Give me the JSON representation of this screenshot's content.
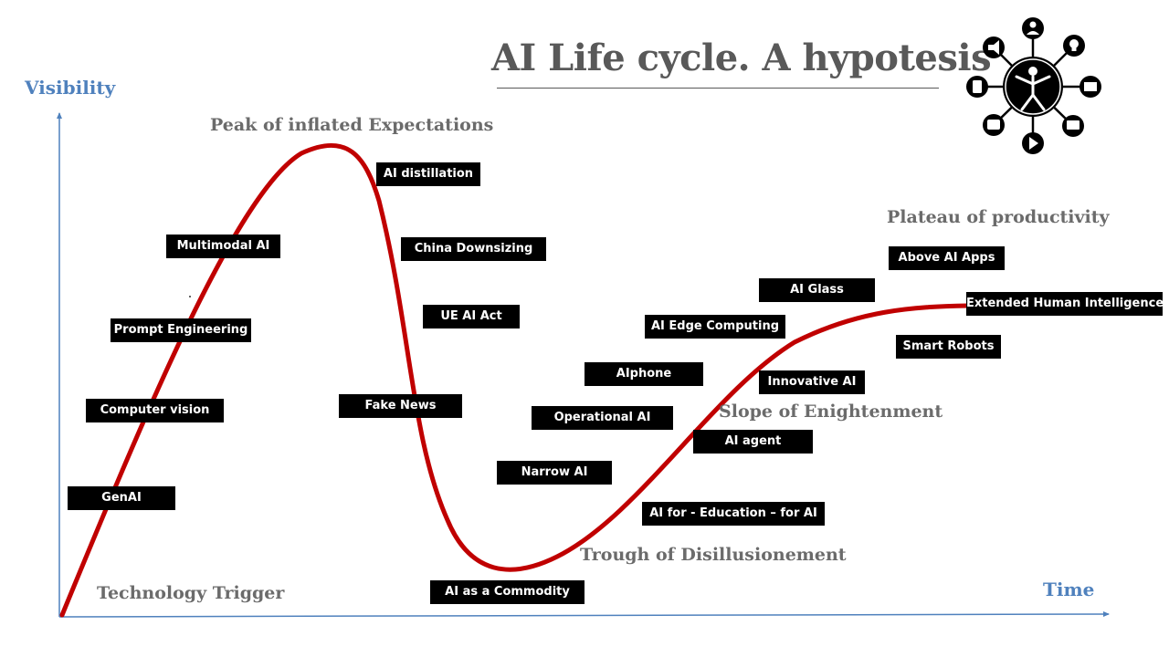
{
  "title": "AI Life cycle. A hypotesis",
  "axes": {
    "y_label": "Visibility",
    "x_label": "Time"
  },
  "phases": {
    "peak": "Peak of inflated Expectations",
    "plateau": "Plateau of productivity",
    "slope": "Slope of Enightenment",
    "trough": "Trough of Disillusionement",
    "trigger": "Technology Trigger"
  },
  "tags": {
    "genai": "GenAI",
    "computer_vision": "Computer vision",
    "prompt_engineering": "Prompt Engineering",
    "multimodal_ai": "Multimodal AI",
    "ai_distillation": "AI distillation",
    "china_downsizing": "China Downsizing",
    "ue_ai_act": "UE AI Act",
    "fake_news": "Fake News",
    "ai_commodity": "AI  as a Commodity",
    "narrow_ai": "Narrow AI",
    "operational_ai": "Operational AI",
    "aiphone": "AIphone",
    "ai_edge_computing": "AI Edge Computing",
    "ai_glass": "AI Glass",
    "above_ai_apps": "Above AI Apps",
    "extended_human_intelligence": "Extended Human Intelligence",
    "smart_robots": "Smart Robots",
    "innovative_ai": "Innovative AI",
    "ai_agent": "AI agent",
    "ai_education": "AI for  - Education – for AI"
  },
  "colors": {
    "curve": "#c00000",
    "axis": "#4f81bd",
    "tag_bg": "#000000",
    "tag_text": "#ffffff",
    "phase_text": "#6b6b6b",
    "title_text": "#595959"
  },
  "icons": {
    "logo": "vitruvian-human-network-icon"
  }
}
